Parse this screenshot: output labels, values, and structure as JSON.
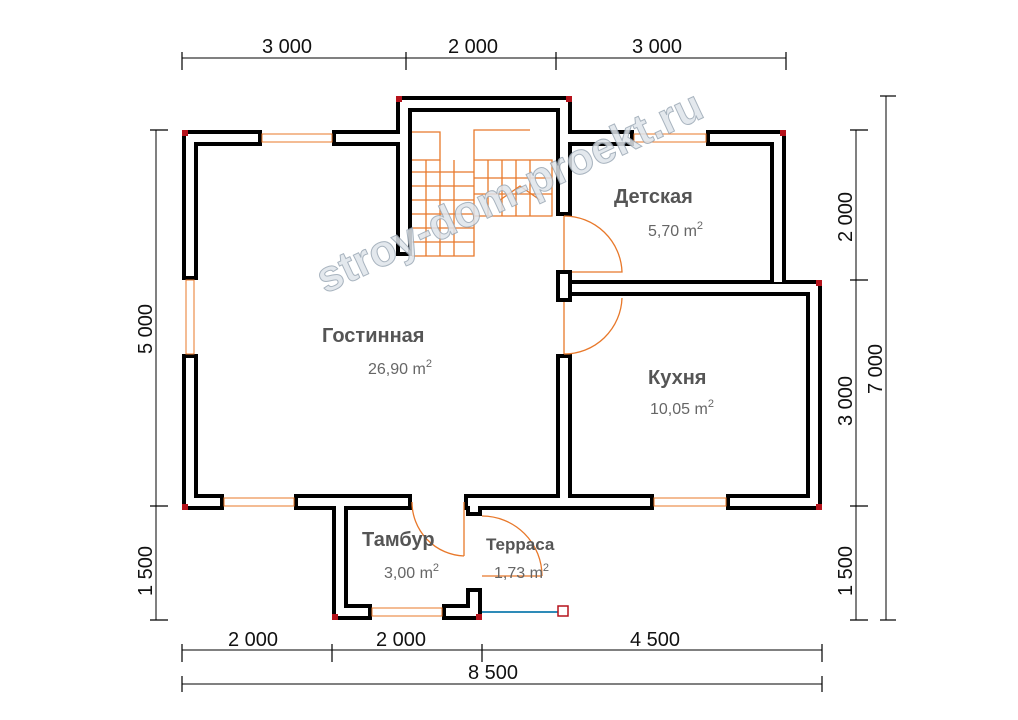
{
  "watermark": "stroy-dom-proekt.ru",
  "dimensions": {
    "top": [
      "3 000",
      "2 000",
      "3 000"
    ],
    "bottom": [
      "2 000",
      "2 000",
      "4 500"
    ],
    "total_width": "8 500",
    "left": [
      "5 000",
      "1 500"
    ],
    "right_inner": [
      "2 000",
      "3 000",
      "1 500"
    ],
    "total_height": "7 000"
  },
  "rooms": [
    {
      "name": "Детская",
      "area": "5,70 m",
      "unit_sup": "2"
    },
    {
      "name": "Гостинная",
      "area": "26,90 m",
      "unit_sup": "2"
    },
    {
      "name": "Кухня",
      "area": "10,05 m",
      "unit_sup": "2"
    },
    {
      "name": "Тамбур",
      "area": "3,00 m",
      "unit_sup": "2"
    },
    {
      "name": "Терраса",
      "area": "1,73 m",
      "unit_sup": "2"
    }
  ]
}
